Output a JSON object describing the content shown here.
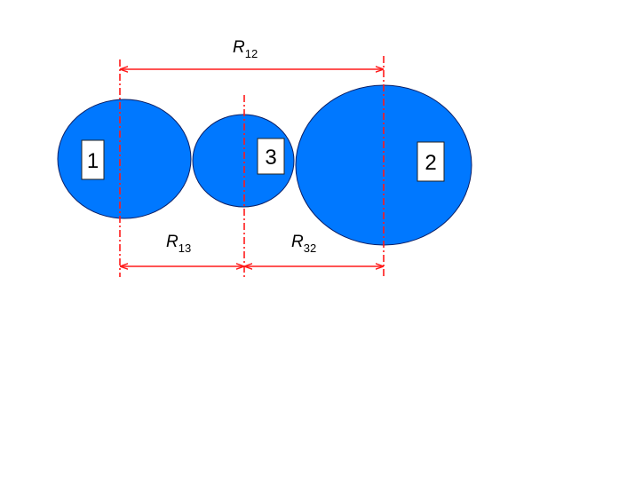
{
  "colors": {
    "circle_fill": "#0078FF",
    "circle_stroke": "#0A1E64",
    "measure_line": "#FF1A1A",
    "label_box_fill": "#FFFFFF",
    "label_box_stroke": "#222222",
    "text": "#000000"
  },
  "bodies": [
    {
      "id": "body-1",
      "label": "1"
    },
    {
      "id": "body-3",
      "label": "3"
    },
    {
      "id": "body-2",
      "label": "2"
    }
  ],
  "distances": {
    "r12": {
      "symbol": "R",
      "subscript": "12"
    },
    "r13": {
      "symbol": "R",
      "subscript": "13"
    },
    "r32": {
      "symbol": "R",
      "subscript": "32"
    }
  }
}
